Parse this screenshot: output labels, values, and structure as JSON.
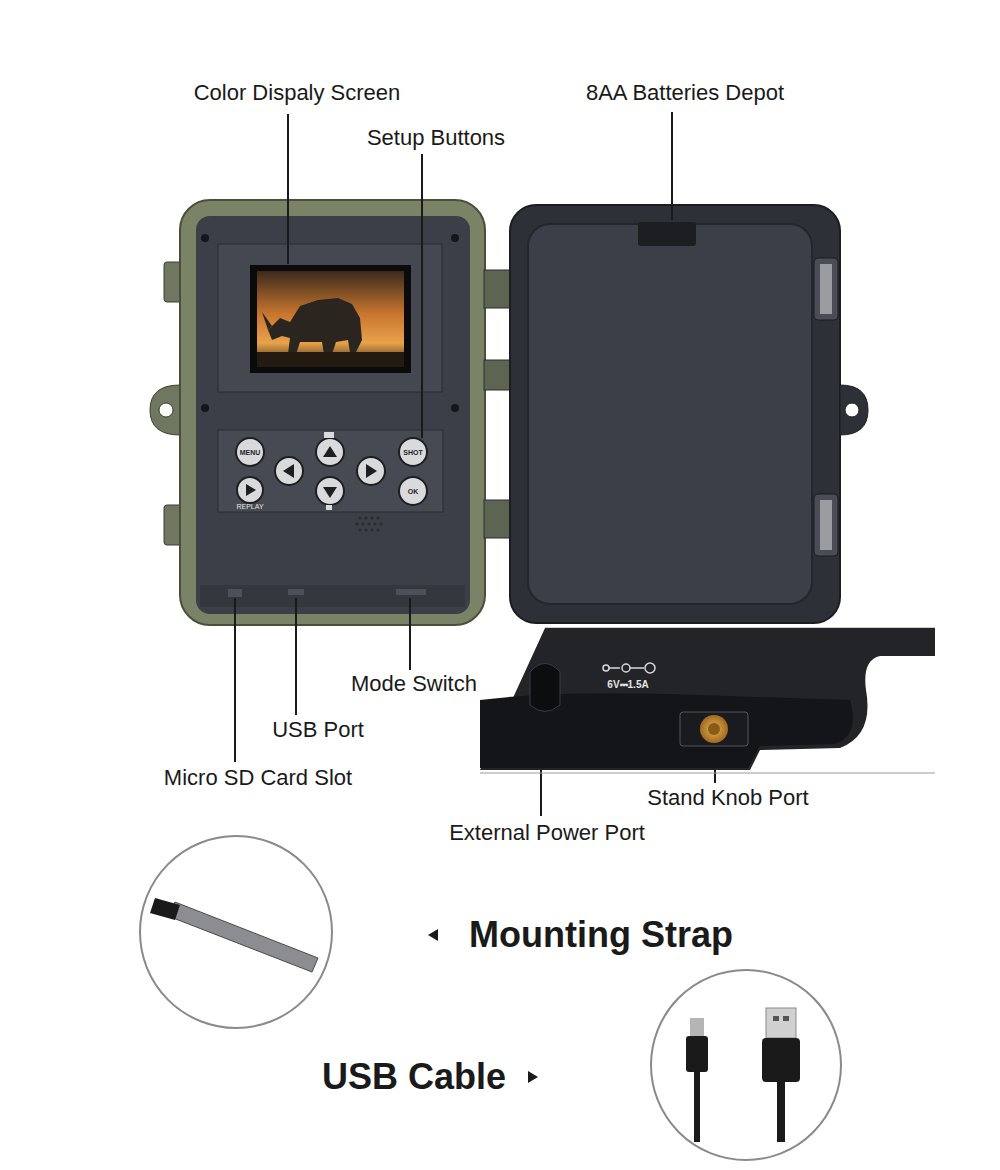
{
  "diagram": {
    "nodes": [
      {
        "text": [
          "MENU"
        ]
      },
      {
        "text": [
          "SHOT"
        ]
      },
      {
        "text": [
          "OK"
        ]
      }
    ],
    "labels": [
      "Color Dispaly Screen",
      "8AA Batteries Depot",
      "Setup Buttons",
      "REPLAY",
      "Mode Switch",
      "USB Port",
      "Micro SD Card Slot",
      "6V⎓1.5A",
      "Stand Knob Port",
      "External Power Port",
      "Mounting Strap",
      "USB Cable"
    ]
  }
}
